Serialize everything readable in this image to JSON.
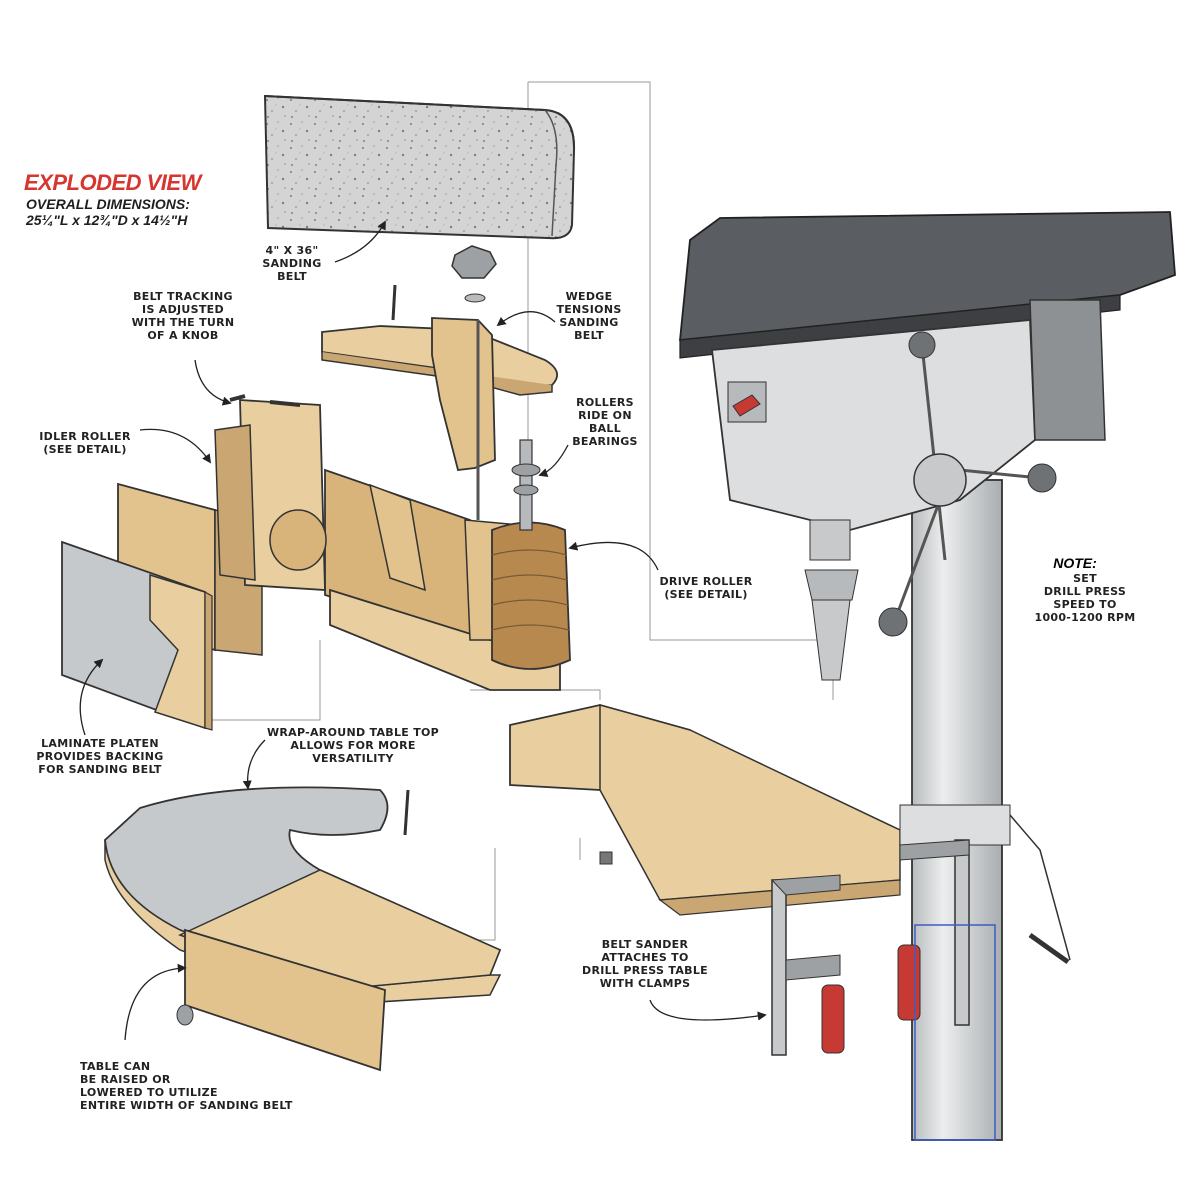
{
  "header": {
    "title": "EXPLODED VIEW",
    "dimensions_heading": "OVERALL DIMENSIONS:",
    "dimensions_value": "25¼\"L x 12¾\"D x 14½\"H"
  },
  "labels": {
    "sanding_belt": "4\" x 36\"\nSANDING\nBELT",
    "belt_tracking": "BELT TRACKING\nIS ADJUSTED\nWITH THE TURN\nOF A KNOB",
    "wedge": "WEDGE\nTENSIONS\nSANDING\nBELT",
    "rollers": "ROLLERS\nRIDE ON\nBALL\nBEARINGS",
    "idler_roller": "IDLER ROLLER\n(SEE DETAIL)",
    "drive_roller": "DRIVE ROLLER\n(SEE DETAIL)",
    "laminate_platen": "LAMINATE PLATEN\nPROVIDES BACKING\nFOR SANDING BELT",
    "wrap_around": "WRAP-AROUND TABLE TOP\nALLOWS FOR MORE\nVERSATILITY",
    "table_raise": "TABLE CAN\nBE RAISED OR\nLOWERED TO UTILIZE\nENTIRE WIDTH OF SANDING BELT",
    "attach_clamps": "BELT SANDER\nATTACHES TO\nDRILL PRESS TABLE\nWITH CLAMPS"
  },
  "note": {
    "heading": "NOTE:",
    "body": "SET\nDRILL PRESS\nSPEED TO\n1000-1200 RPM"
  },
  "colors": {
    "title_red": "#d7352f",
    "wood": "#e9cf9f",
    "wood_dark": "#caa672",
    "laminate_gray": "#c6c9cc",
    "press_dark": "#5a5d61",
    "press_light": "#dcdedf",
    "handle_red": "#c63a33"
  }
}
